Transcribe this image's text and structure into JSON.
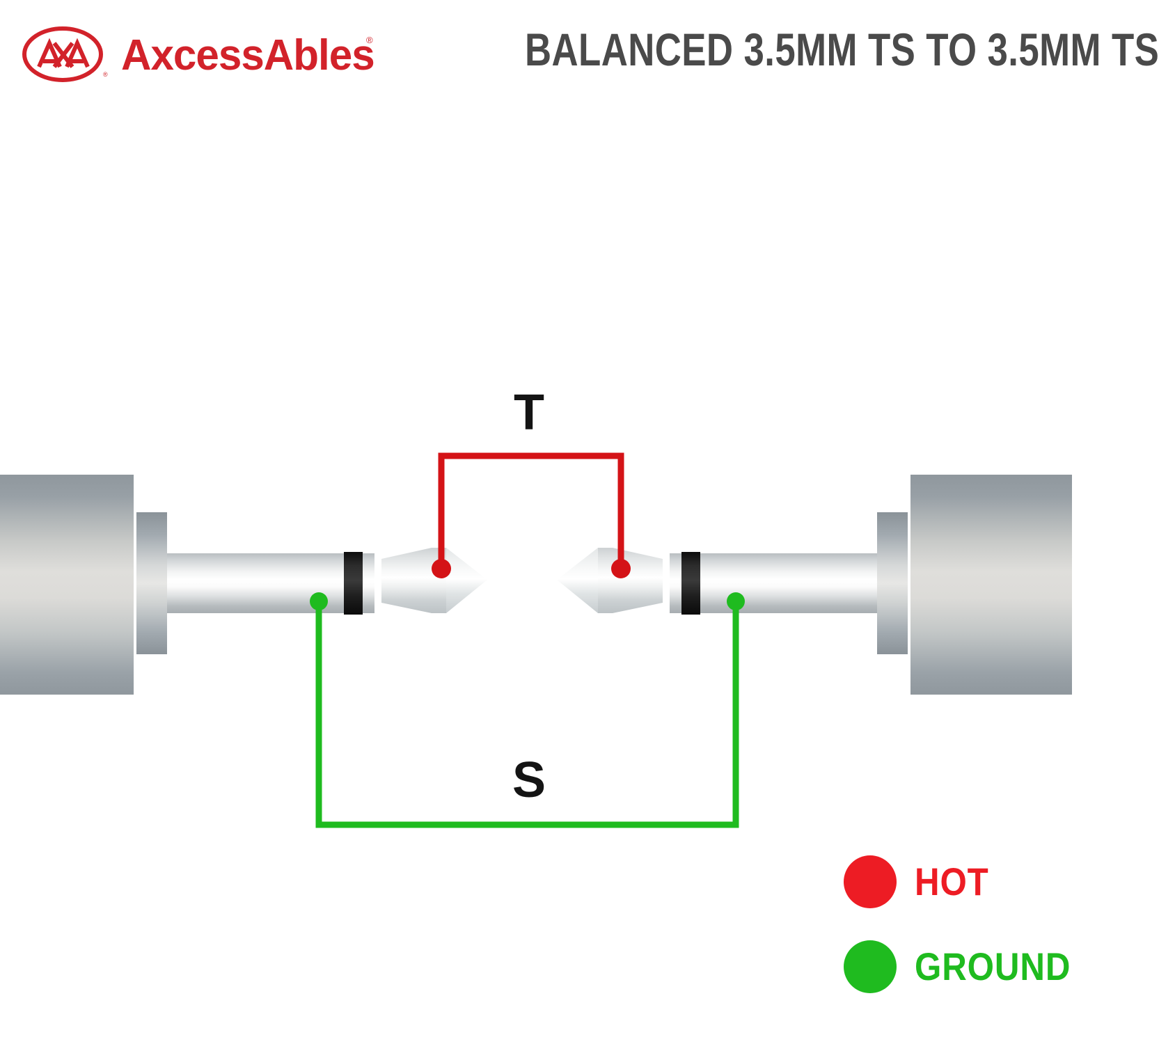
{
  "header": {
    "brand_name": "AxcessAbles",
    "brand_registered_mark": "®",
    "brand_mark_letters": "AXA",
    "title": "BALANCED 3.5MM TS TO  3.5MM TS"
  },
  "diagram": {
    "type": "cable-wiring-diagram",
    "left_connector": {
      "name": "3.5mm TS plug",
      "parts": [
        "barrel",
        "collar",
        "sleeve",
        "insulator-ring",
        "tip-cone"
      ],
      "orientation": "points-right"
    },
    "right_connector": {
      "name": "3.5mm TS plug",
      "parts": [
        "barrel",
        "collar",
        "sleeve",
        "insulator-ring",
        "tip-cone"
      ],
      "orientation": "points-left"
    },
    "connections": [
      {
        "id": "tip",
        "label": "T",
        "color": "#d41317",
        "from": "left-connector-tip",
        "to": "right-connector-tip",
        "routing": "over-the-top"
      },
      {
        "id": "sleeve",
        "label": "S",
        "color": "#1fbb1f",
        "from": "left-connector-sleeve",
        "to": "right-connector-sleeve",
        "routing": "under-the-bottom"
      }
    ]
  },
  "legend": {
    "items": [
      {
        "label": "HOT",
        "color": "#ed1c24"
      },
      {
        "label": "GROUND",
        "color": "#1fbb1f"
      }
    ]
  },
  "colors": {
    "hot_red": "#ed1c24",
    "wire_red": "#d41317",
    "ground_green": "#1fbb1f",
    "title_gray": "#4a4a4a",
    "brand_red": "#d2222a",
    "label_black": "#141414",
    "metal_light": "#fbfbfb",
    "metal_mid": "#c9ccce",
    "metal_dark": "#8e969c",
    "insulator_black": "#171717",
    "background": "#ffffff"
  }
}
